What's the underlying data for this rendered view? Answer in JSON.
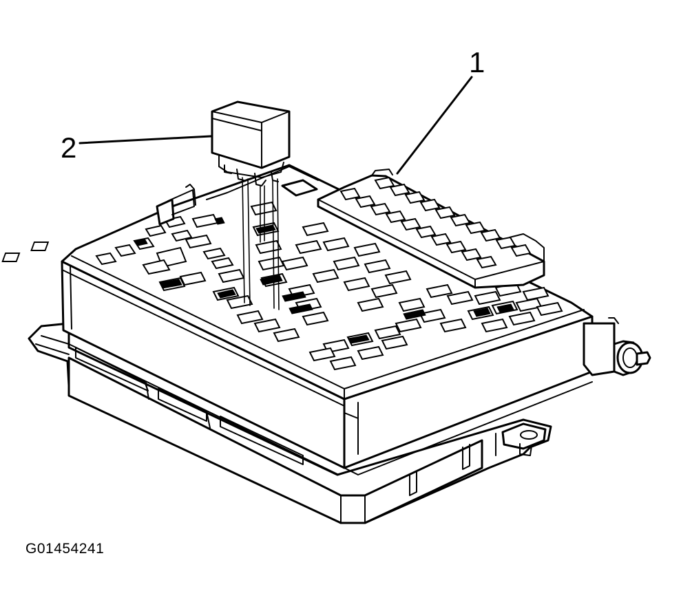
{
  "figure": {
    "callouts": [
      {
        "id": "1",
        "label": "1",
        "target": "fuse block"
      },
      {
        "id": "2",
        "label": "2",
        "target": "relay"
      }
    ],
    "figure_id": "G01454241"
  },
  "colors": {
    "line": "#000000",
    "background": "#ffffff"
  }
}
